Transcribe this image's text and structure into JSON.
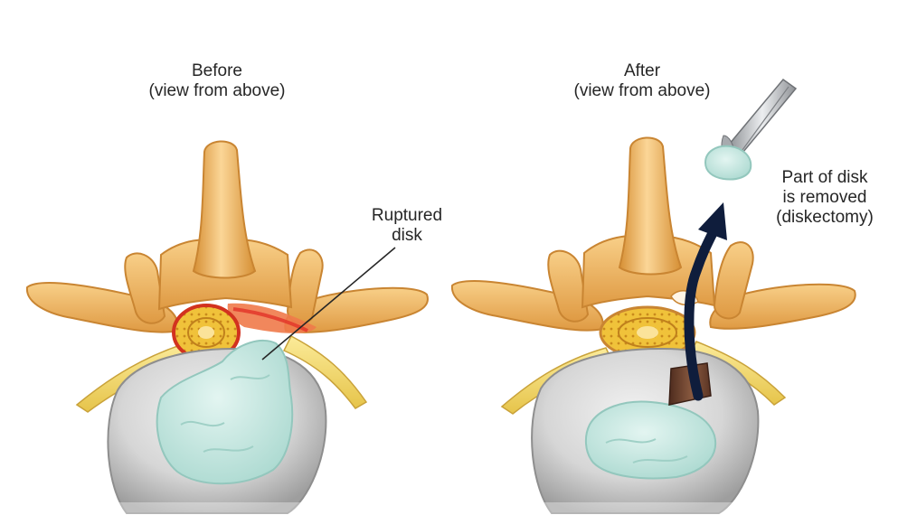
{
  "before": {
    "title": "Before",
    "subtitle": "(view from above)",
    "callout": [
      "Ruptured",
      "disk"
    ]
  },
  "after": {
    "title": "After",
    "subtitle": "(view from above)",
    "callout": [
      "Part of disk",
      "is removed",
      "(diskectomy)"
    ]
  },
  "colors": {
    "bone": "#eeb25a",
    "bone_dark": "#d38d33",
    "bone_light": "#f7d08c",
    "nerve": "#f4dd6a",
    "disk_ring": "#d5d5d5",
    "disk_ring_dark": "#9b9b9b",
    "nucleus": "#c3e6df",
    "inflamed": "#ee4a3a",
    "cord": "#e8b52c",
    "arrow": "#0f1d3c",
    "probe": "#6e4431",
    "instrument": "#b9bcc0"
  }
}
